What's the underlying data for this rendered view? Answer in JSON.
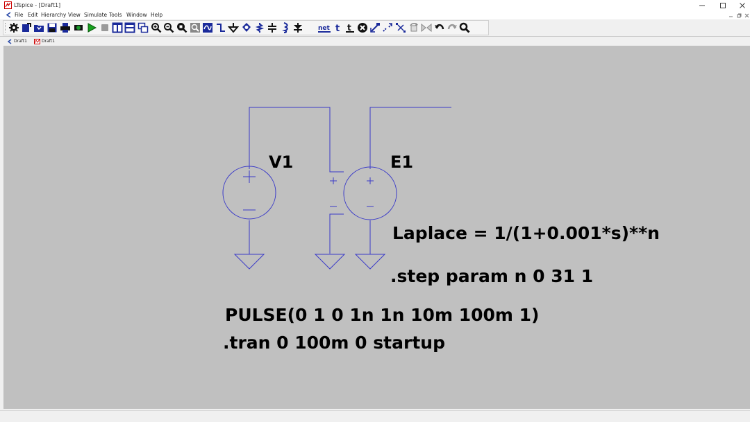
{
  "window": {
    "title": "LTspice - [Draft1]",
    "controls": {
      "minimize": "minimize-icon",
      "maximize": "maximize-icon",
      "close": "close-icon"
    }
  },
  "menu": {
    "items": [
      "File",
      "Edit",
      "Hierarchy",
      "View",
      "Simulate",
      "Tools",
      "Window",
      "Help"
    ]
  },
  "toolbar": {
    "tools": [
      "settings-icon",
      "open-icon",
      "open-folder-icon",
      "save-icon",
      "print-icon",
      "run-icon",
      "play-icon",
      "stop-icon",
      "tile-vertical-icon",
      "tile-horizontal-icon",
      "cascade-icon",
      "zoom-in-icon",
      "zoom-out-icon",
      "zoom-full-icon",
      "zoom-fit-icon",
      "autorange-icon",
      "wire-icon",
      "ground-icon",
      "label-net-icon",
      "resistor-icon",
      "capacitor-icon",
      "inductor-icon",
      "diode-icon",
      "net-text-icon",
      "text-icon",
      "spice-directive-icon",
      "delete-icon",
      "duplicate-icon",
      "move-icon",
      "drag-icon",
      "rotate-icon",
      "mirror-icon",
      "undo-icon",
      "redo-icon",
      "find-icon"
    ],
    "net_label": "net"
  },
  "tabs": [
    {
      "label": "Draft1",
      "icon": "schematic-icon"
    },
    {
      "label": "Draft1",
      "icon": "waveform-icon"
    }
  ],
  "schematic": {
    "components": [
      {
        "ref": "V1",
        "type": "voltage-source"
      },
      {
        "ref": "E1",
        "type": "voltage-controlled-voltage-source"
      }
    ],
    "polarity": {
      "plus": "+",
      "minus": "−"
    },
    "directives": {
      "laplace": "Laplace = 1/(1+0.001*s)**n",
      "step": ".step param n 0 31 1",
      "pulse": "PULSE(0 1 0 1n 1n 10m 100m 1)",
      "tran": ".tran 0 100m 0 startup"
    }
  },
  "colors": {
    "canvas": "#c0c0c0",
    "wire": "#3a3ac8",
    "text": "#000000"
  }
}
